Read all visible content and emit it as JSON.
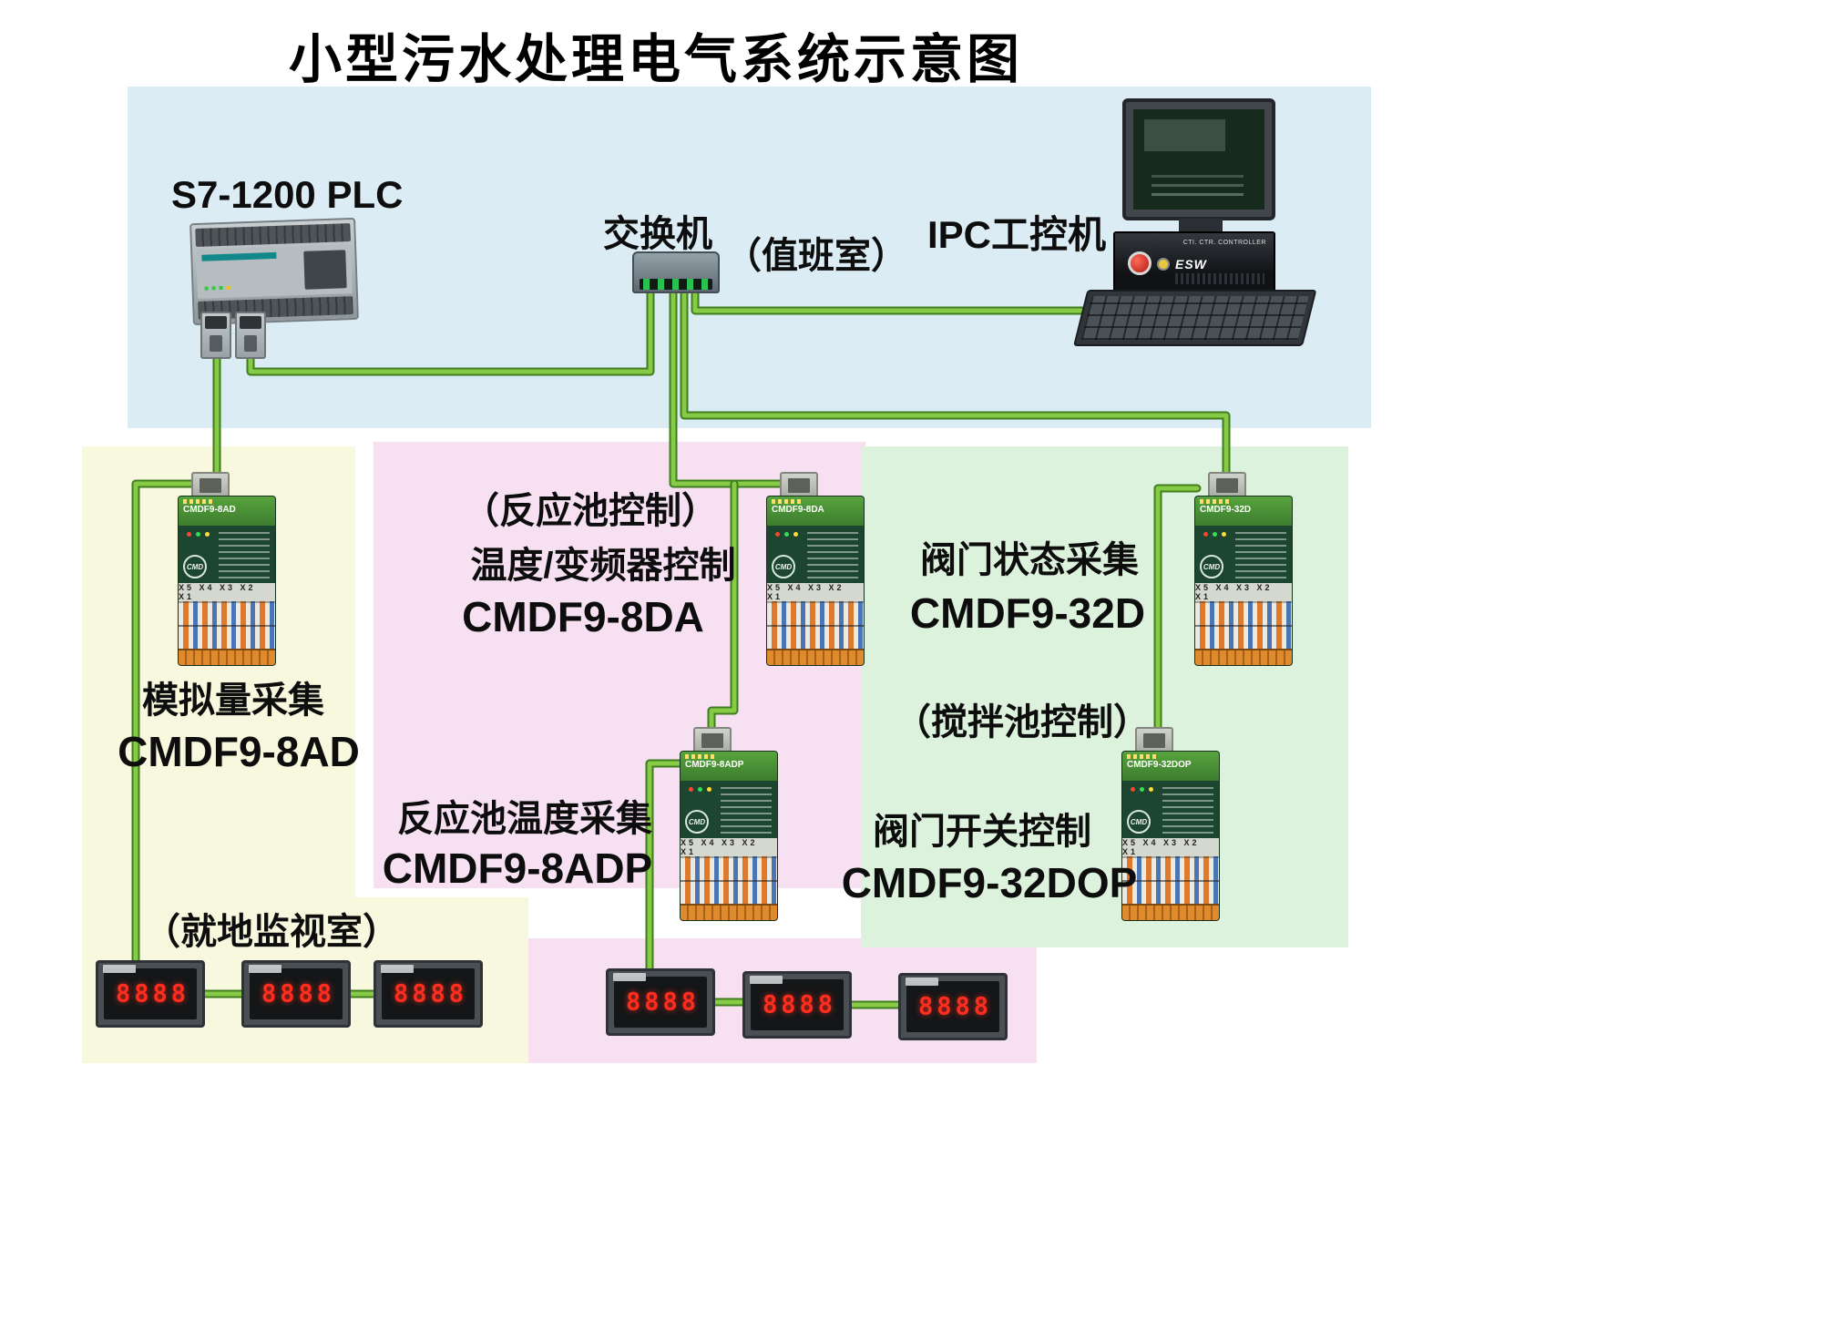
{
  "title": "小型污水处理电气系统示意图",
  "control_room": {
    "plc_label": "S7-1200  PLC",
    "switch_label": "交换机",
    "room_label": "（值班室）",
    "ipc_label": "IPC工控机"
  },
  "analog_zone": {
    "function_label": "模拟量采集",
    "model_label": "CMDF9-8AD",
    "room_label": "（就地监视室）"
  },
  "reaction_zone": {
    "control_label": "（反应池控制）",
    "function1_label": "温度/变频器控制",
    "model1_label": "CMDF9-8DA",
    "function2_label": "反应池温度采集",
    "model2_label": "CMDF9-8ADP"
  },
  "valve_zone": {
    "function1_label": "阀门状态采集",
    "model1_label": "CMDF9-32D",
    "control_label": "（搅拌池控制）",
    "function2_label": "阀门开关控制",
    "model2_label": "CMDF9-32DOP"
  },
  "modules": {
    "logo": "CMD",
    "terminal_labels": "X5 X4 X3 X2 X1",
    "m1": {
      "name": "CMDF9-8AD"
    },
    "m2": {
      "name": "CMDF9-8DA"
    },
    "m3": {
      "name": "CMDF9-32D"
    },
    "m4": {
      "name": "CMDF9-8ADP"
    },
    "m5": {
      "name": "CMDF9-32DOP"
    }
  },
  "meters": {
    "display": "8888"
  },
  "ipc": {
    "chassis_text": "ESW",
    "chassis_small_text": "CTI. CTR. CONTROLLER"
  },
  "colors": {
    "panel_blue": "#dbecf4",
    "panel_yellow": "#f7f8dd",
    "panel_pink": "#f6e0f2",
    "panel_green": "#ddf2dd",
    "cable_green": "#86ca45",
    "digit_red": "#ff2d1e"
  }
}
